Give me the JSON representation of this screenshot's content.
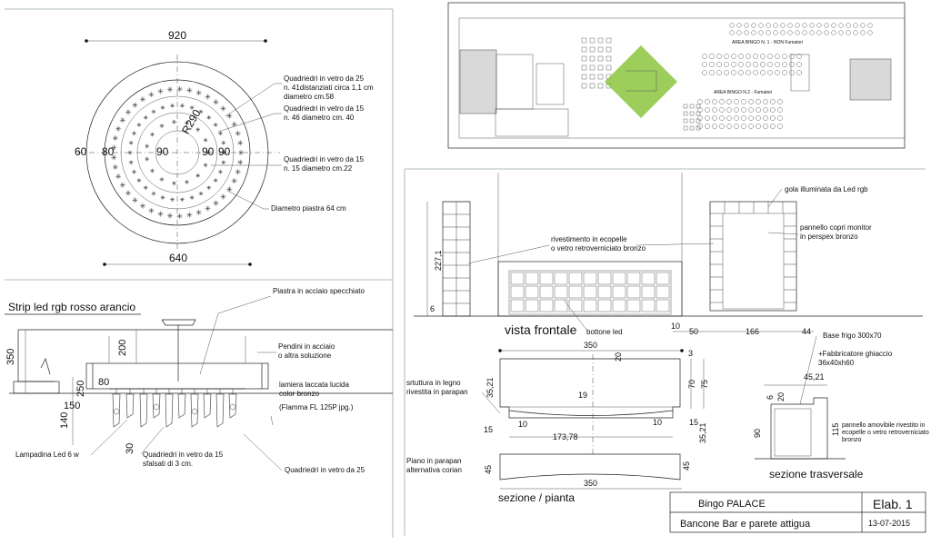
{
  "panel_top_left": {
    "dim_920": "920",
    "dim_640": "640",
    "dim_r290": "R290",
    "dim_60": "60",
    "dim_80": "80",
    "dim_90a": "90",
    "dim_90b": "90",
    "dim_90c": "90",
    "note_quadriedri_25_l1": "Quadriedri in vetro da 25",
    "note_quadriedri_25_l2": "n. 41distanziati circa 1,1 cm",
    "note_quadriedri_25_l3": "diametro cm.58",
    "note_quadriedri_15a_l1": "Quadriedri in vetro da 15",
    "note_quadriedri_15a_l2": "n. 46 diametro cm. 40",
    "note_quadriedri_15b_l1": "Quadriedri in vetro da 15",
    "note_quadriedri_15b_l2": "n. 15 diametro cm.22",
    "note_piastra": "Diametro piastra 64 cm"
  },
  "panel_bottom_left": {
    "strip_led": "Strip led rgb rosso arancio",
    "piastra_acciaio": "Piastra in acciaio specchiato",
    "pendini_l1": "Pendini in acciaio",
    "pendini_l2": "o altra soluzione",
    "lamiera_l1": "lamiera laccata lucida",
    "lamiera_l2": "color bronzo",
    "flamma": "(Flamma FL 125P jpg.)",
    "lampadina": "Lampadina Led 6 w",
    "quadriedri_15_l1": "Quadriedri in vetro da 15",
    "quadriedri_15_l2": "sfalsati di 3 cm.",
    "quadriedri_25": "Quadriedri in vetro da 25",
    "dim_350": "350",
    "dim_200": "200",
    "dim_80": "80",
    "dim_250": "250",
    "dim_150": "150",
    "dim_140": "140",
    "dim_30": "30"
  },
  "panel_floorplan": {
    "area_bingo_1": "AREA BINGO N. 1 - NON Fumatori",
    "area_bingo_2": "AREA BINGO N.2 - Fumatori",
    "highlight_color": "#8cc63f"
  },
  "panel_right": {
    "gola": "gola illuminata da Led rgb",
    "pannello_l1": "pannello copri monitor",
    "pannello_l2": "in perspex bronzo",
    "rivestimento_l1": "rivestimento in  ecopelle",
    "rivestimento_l2": "o vetro retroverniciato bronzo",
    "dim_227_1": "227,1",
    "dim_6": "6",
    "vista_frontale": "vista frontale",
    "bottone_led": "bottone led",
    "dim_10": "10",
    "dim_50": "50",
    "dim_166": "166",
    "dim_44": "44",
    "dim_350_top": "350",
    "dim_20": "20",
    "dim_3": "3",
    "dim_70": "70",
    "dim_75": "75",
    "dim_35_21a": "35,21",
    "dim_19": "19",
    "dim_15a": "15",
    "dim_10b": "10",
    "dim_173_78": "173,78",
    "dim_10c": "10",
    "dim_15b": "15",
    "dim_35_21b": "35,21",
    "srtuttura_l1": "srtuttura in legno",
    "srtuttura_l2": "rivestita in parapan",
    "piano_l1": "Piano in parapan",
    "piano_l2": "alternativa corian",
    "dim_45a": "45",
    "dim_45b": "45",
    "dim_350_bottom": "350",
    "sezione_pianta": "sezione / pianta",
    "base_frigo": "Base frigo 300x70",
    "fabbricatore_l1": "+Fabbricatore ghiaccio",
    "fabbricatore_l2": "36x40xh60",
    "dim_45_21": "45,21",
    "dim_6b": "6",
    "dim_20b": "20",
    "dim_90": "90",
    "dim_115": "115",
    "pannello_amov_l1": "pannello amovibile rivestito in",
    "pannello_amov_l2": "ecopelle o vetro retroverniciato",
    "pannello_amov_l3": "bronzo",
    "sezione_trasversale": "sezione trasversale"
  },
  "title_block": {
    "project": "Bingo PALACE",
    "elab": "Elab. 1",
    "subject": "Bancone Bar e parete attigua",
    "date": "13-07-2015"
  }
}
